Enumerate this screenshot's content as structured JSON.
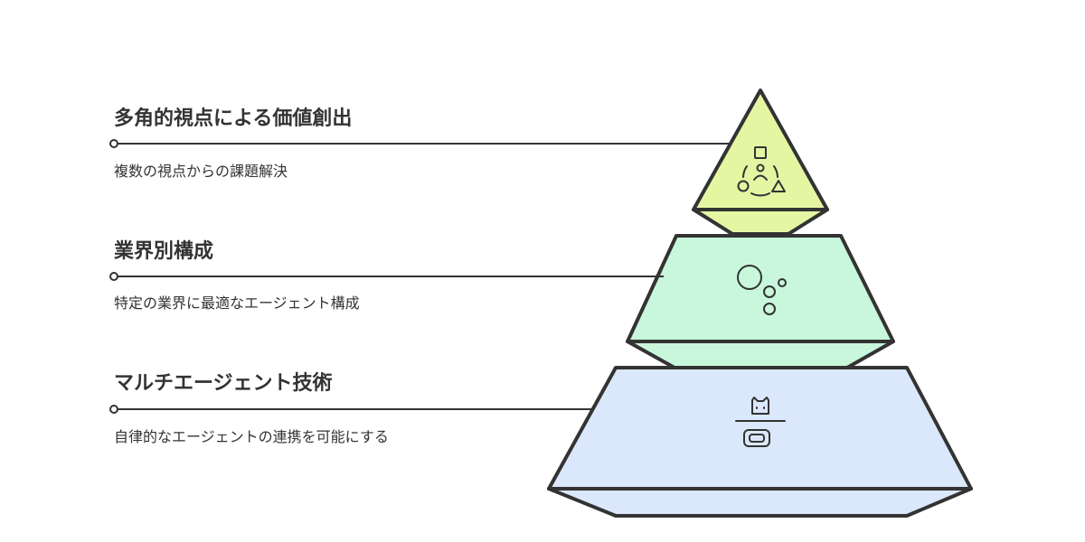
{
  "levels": [
    {
      "title": "多角的視点による価値創出",
      "description": "複数の視点からの課題解決",
      "color": "#e5f6a3",
      "icon": "perspectives-icon"
    },
    {
      "title": "業界別構成",
      "description": "特定の業界に最適なエージェント構成",
      "color": "#c8f7dc",
      "icon": "bubbles-icon"
    },
    {
      "title": "マルチエージェント技術",
      "description": "自律的なエージェントの連携を可能にする",
      "color": "#dbe8fb",
      "icon": "robots-icon"
    }
  ],
  "stroke_color": "#333333"
}
